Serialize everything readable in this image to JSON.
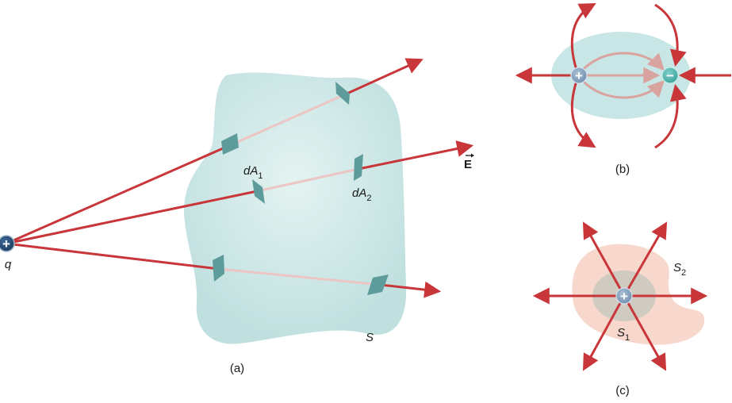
{
  "panel_a": {
    "caption": "(a)",
    "charge_label": "q",
    "charge_sign": "+",
    "area1_label": "dA",
    "area1_sub": "1",
    "area2_label": "dA",
    "area2_sub": "2",
    "field_label": "E",
    "surface_label": "S"
  },
  "panel_b": {
    "caption": "(b)",
    "positive_sign": "+",
    "negative_sign": "−"
  },
  "panel_c": {
    "caption": "(c)",
    "charge_sign": "+",
    "surface1_label": "S",
    "surface1_sub": "1",
    "surface2_label": "S",
    "surface2_sub": "2"
  },
  "colors": {
    "field_line": "#c8363a",
    "surface_fill": "#c9e6e6",
    "patch_fill": "#5e9c9c",
    "charge_fill": "#23466e",
    "surface2_fill": "#f7d0c3"
  }
}
